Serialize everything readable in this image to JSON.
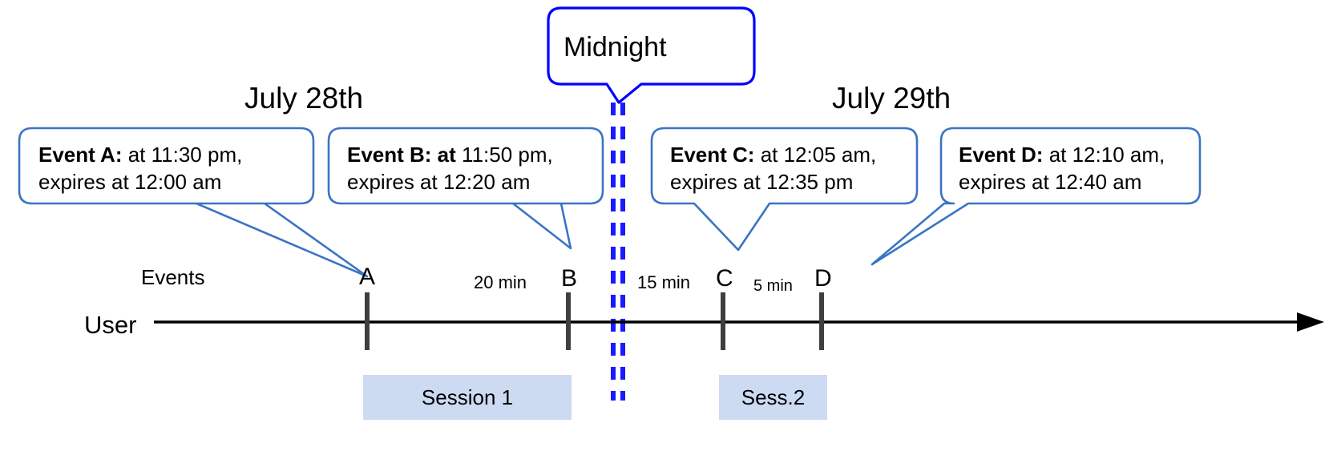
{
  "diagram": {
    "title_callout": {
      "label": "Midnight",
      "border_color": "#0000ff"
    },
    "days": [
      {
        "name": "day-july-28",
        "label": "July 28th"
      },
      {
        "name": "day-july-29",
        "label": "July 29th"
      }
    ],
    "callouts": [
      {
        "name": "callout-event-a",
        "bold": "Event A:",
        "rest": " at 11:30 pm,",
        "line2": "expires at 12:00 am",
        "border_color": "#3a74c4"
      },
      {
        "name": "callout-event-b",
        "bold": "Event B: at",
        "rest": " 11:50 pm,",
        "line2": "expires at 12:20 am",
        "border_color": "#3a74c4"
      },
      {
        "name": "callout-event-c",
        "bold": "Event C:",
        "rest": " at 12:05 am,",
        "line2": "expires at 12:35 pm",
        "border_color": "#3a74c4"
      },
      {
        "name": "callout-event-d",
        "bold": "Event D:",
        "rest": "  at 12:10 am,",
        "line2": "expires at 12:40 am",
        "border_color": "#3a74c4"
      }
    ],
    "lanes": {
      "events_label": "Events",
      "user_label": "User"
    },
    "markers": [
      {
        "name": "event-marker-a",
        "label": "A"
      },
      {
        "name": "event-marker-b",
        "label": "B"
      },
      {
        "name": "event-marker-c",
        "label": "C"
      },
      {
        "name": "event-marker-d",
        "label": "D"
      }
    ],
    "intervals": [
      {
        "name": "interval-a-b",
        "label": "20 min"
      },
      {
        "name": "interval-b-c",
        "label": "15 min"
      },
      {
        "name": "interval-c-d",
        "label": "5 min"
      }
    ],
    "sessions": [
      {
        "name": "session-box-1",
        "label": "Session 1",
        "fill": "#ccdaf2"
      },
      {
        "name": "session-box-2",
        "label": "Sess.2",
        "fill": "#ccdaf2"
      }
    ],
    "axis": {
      "name": "user-timeline-axis",
      "color": "#000000",
      "arrow": "right-arrow"
    },
    "midnight_divider": {
      "name": "midnight-divider",
      "color": "#1a1aff",
      "style": "double-dashed"
    }
  }
}
